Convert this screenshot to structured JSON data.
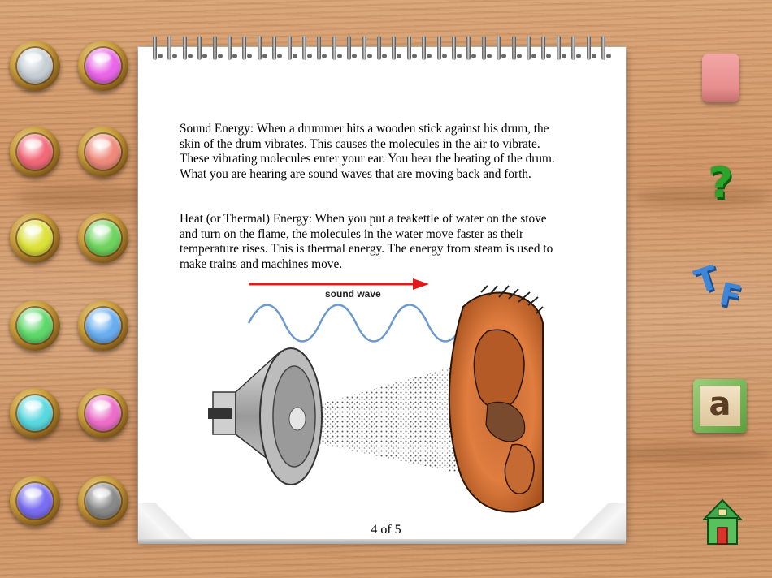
{
  "palette": {
    "colors": [
      "#c7cfd6",
      "#ea66e8",
      "#f26a7a",
      "#f08b7c",
      "#dde23a",
      "#6fd45e",
      "#5fd86a",
      "#6aaef0",
      "#5ad8e0",
      "#ec6ec8",
      "#7a6ef2",
      "#8a8a8a"
    ]
  },
  "page": {
    "sound_text": "Sound Energy: When a drummer hits a wooden stick against his drum, the skin of the drum vibrates. This causes the molecules in the air to vibrate. These vibrating molecules enter your ear. You hear the beating of the drum. What you are hearing are sound waves that are moving back and forth.",
    "heat_text": "Heat (or Thermal) Energy: When you put a teakettle of water on the stove and turn on the flame, the molecules in the water move faster as their temperature rises. This is thermal energy. The energy from steam is used to make trains and machines move.",
    "illustration_label": "sound wave",
    "page_indicator": "4 of  5"
  },
  "tools": {
    "help_glyph": "?",
    "tf_t": "T",
    "tf_f": "F",
    "letter": "a"
  },
  "icons": {
    "eraser": "eraser-icon",
    "help": "help-icon",
    "true_false": "true-false-icon",
    "letter": "letter-block-icon",
    "home": "home-icon"
  }
}
